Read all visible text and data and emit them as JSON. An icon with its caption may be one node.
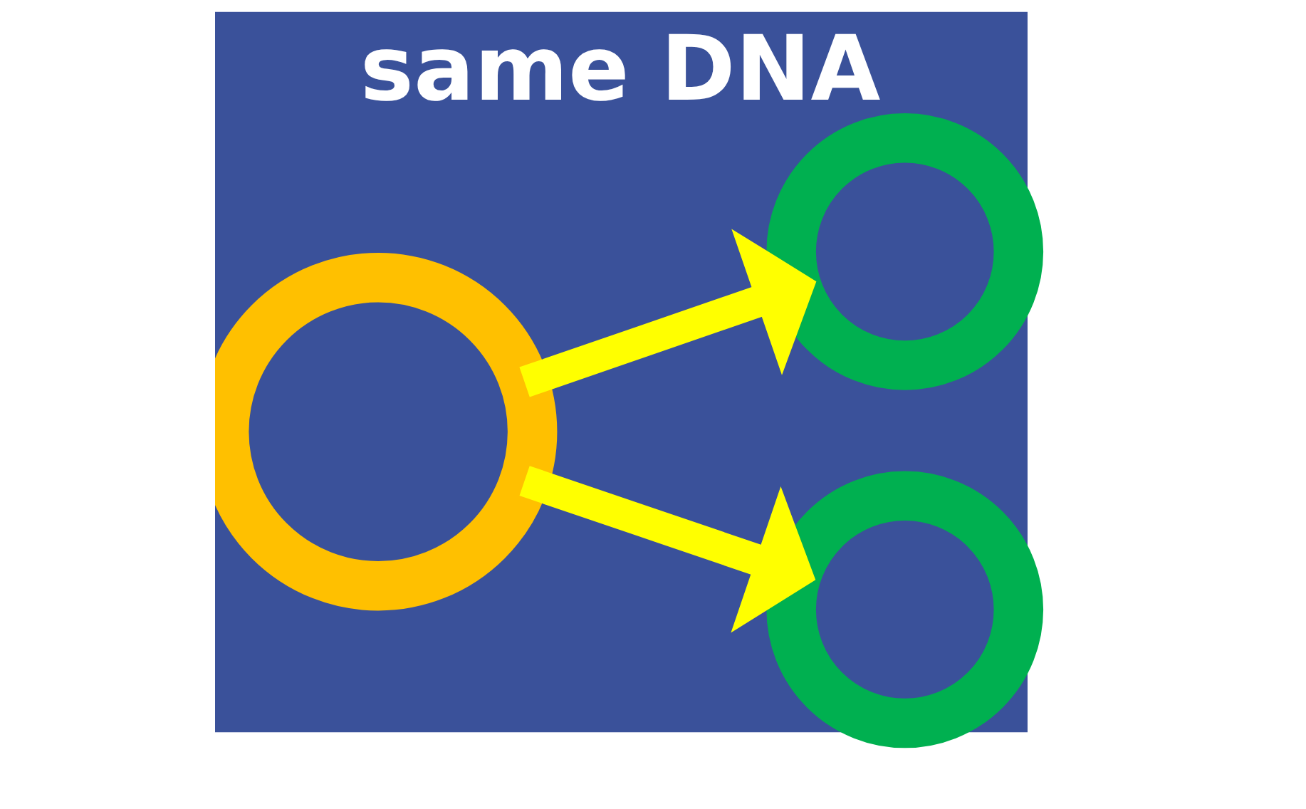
{
  "diagram": {
    "title": "same DNA",
    "nodes": [
      {
        "text": [],
        "shape": "circle"
      },
      {
        "text": [],
        "shape": "circle"
      },
      {
        "text": [],
        "shape": "circle"
      }
    ],
    "edges": [
      {
        "from": 0,
        "to": 1,
        "arrow": "to"
      },
      {
        "from": 0,
        "to": 2,
        "arrow": "to"
      }
    ]
  }
}
